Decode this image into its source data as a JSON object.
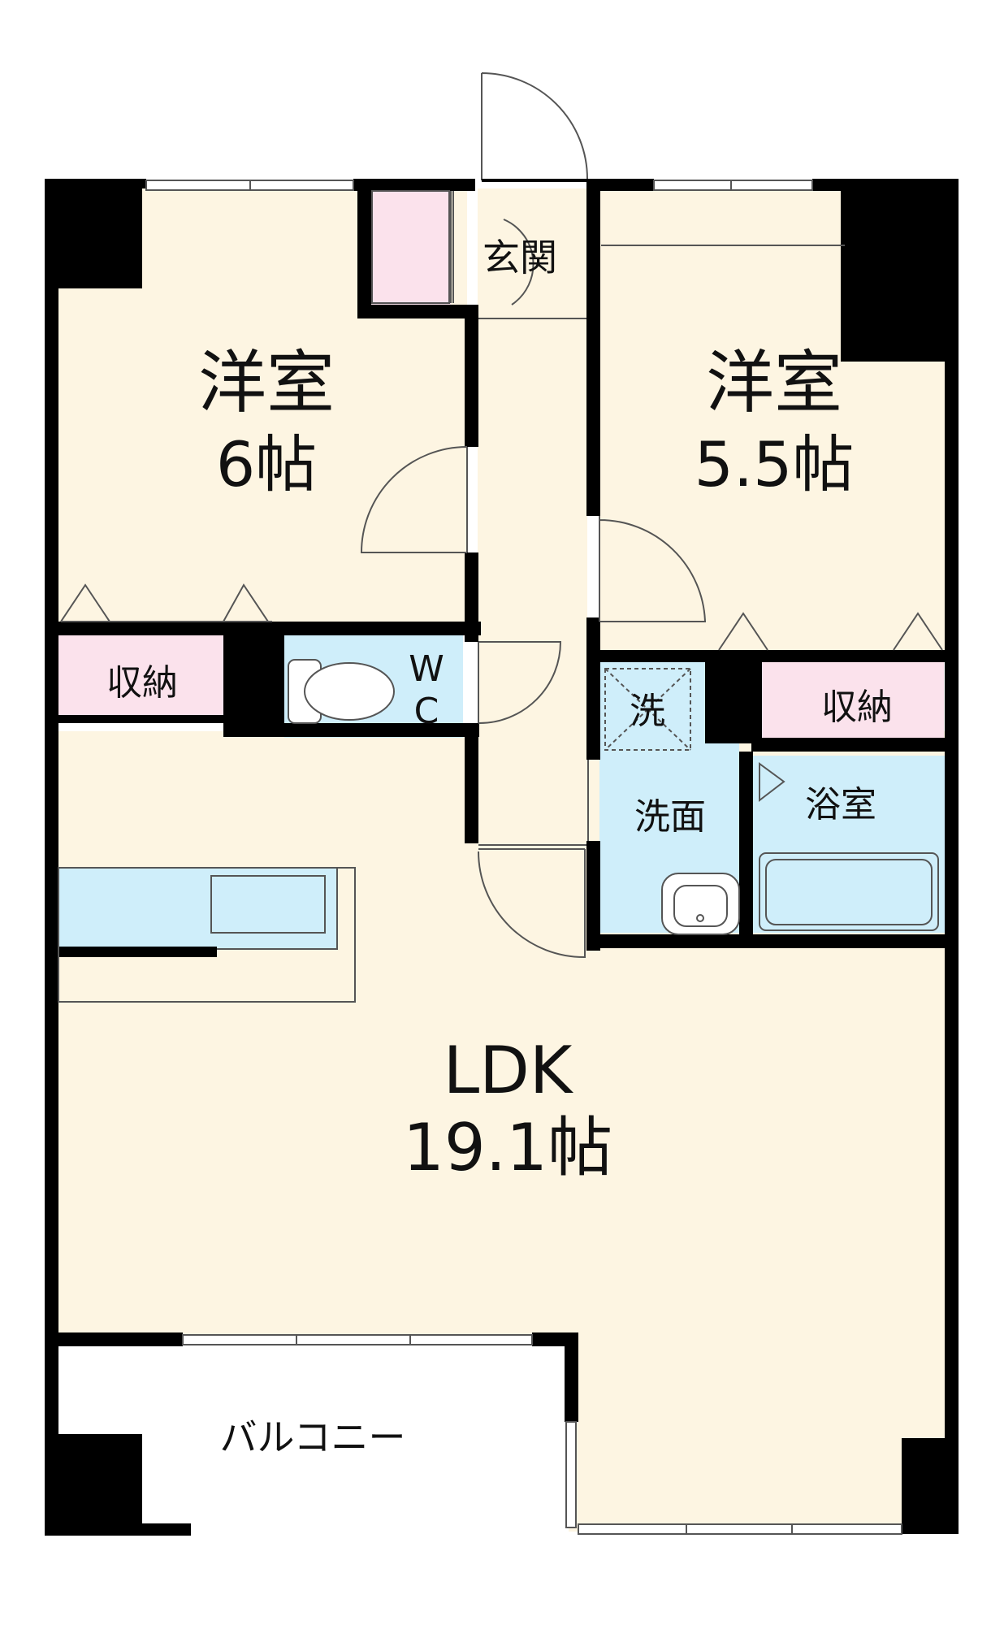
{
  "colors": {
    "room_floor": "#fdf5e2",
    "storage": "#fbe2ec",
    "wet_area": "#cfeefa",
    "wall": "#000000",
    "line": "#555555",
    "balcony": "#ffffff"
  },
  "rooms": {
    "western_room_1": {
      "name": "洋室",
      "size": "6帖"
    },
    "western_room_2": {
      "name": "洋室",
      "size": "5.5帖"
    },
    "entrance": {
      "name": "玄関"
    },
    "storage_1": {
      "name": "収納"
    },
    "storage_2": {
      "name": "収納"
    },
    "toilet": {
      "name_line1": "W",
      "name_line2": "C"
    },
    "laundry": {
      "name": "洗"
    },
    "washroom": {
      "name": "洗面"
    },
    "bathroom": {
      "name": "浴室"
    },
    "ldk": {
      "name": "LDK",
      "size": "19.1帖"
    },
    "balcony": {
      "name": "バルコニー"
    }
  },
  "icons": [
    "toilet-icon",
    "washbasin-icon",
    "bathtub-icon",
    "kitchen-counter-icon",
    "door-swing-icon",
    "window-icon",
    "closet-icon"
  ]
}
